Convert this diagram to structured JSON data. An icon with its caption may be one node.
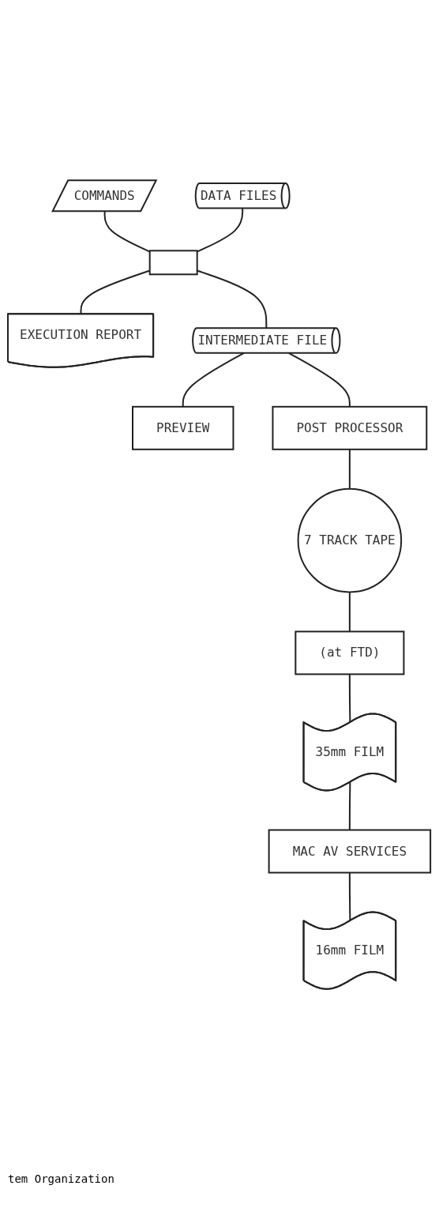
{
  "diagram": {
    "nodes": [
      {
        "text": [
          "COMMANDS"
        ]
      },
      {
        "text": [
          "DATA FILES"
        ]
      },
      {
        "text": [],
        "shape": "box"
      },
      {
        "text": [
          "EXECUTION REPORT"
        ]
      },
      {
        "text": [
          "INTERMEDIATE FILE"
        ]
      },
      {
        "text": [
          "PREVIEW"
        ]
      },
      {
        "text": [
          "POST PROCESSOR"
        ]
      },
      {
        "text": [
          "7 TRACK TAPE"
        ]
      },
      {
        "text": [
          "(at FTD)"
        ]
      },
      {
        "text": [
          "35mm FILM"
        ]
      },
      {
        "text": [
          "MAC AV SERVICES"
        ]
      },
      {
        "text": [
          "16mm FILM"
        ]
      }
    ],
    "edges": [
      {
        "from": 0,
        "to": 2,
        "arrow": "none"
      },
      {
        "from": 1,
        "to": 2,
        "arrow": "none"
      },
      {
        "from": 2,
        "to": 3,
        "arrow": "none"
      },
      {
        "from": 2,
        "to": 4,
        "arrow": "none"
      },
      {
        "from": 4,
        "to": 5,
        "arrow": "none"
      },
      {
        "from": 4,
        "to": 6,
        "arrow": "none"
      },
      {
        "from": 6,
        "to": 7,
        "arrow": "none"
      },
      {
        "from": 7,
        "to": 8,
        "arrow": "none"
      },
      {
        "from": 8,
        "to": 9,
        "arrow": "none"
      },
      {
        "from": 9,
        "to": 10,
        "arrow": "none"
      },
      {
        "from": 10,
        "to": 11,
        "arrow": "none"
      }
    ],
    "labels": [
      "tem Organization"
    ]
  }
}
